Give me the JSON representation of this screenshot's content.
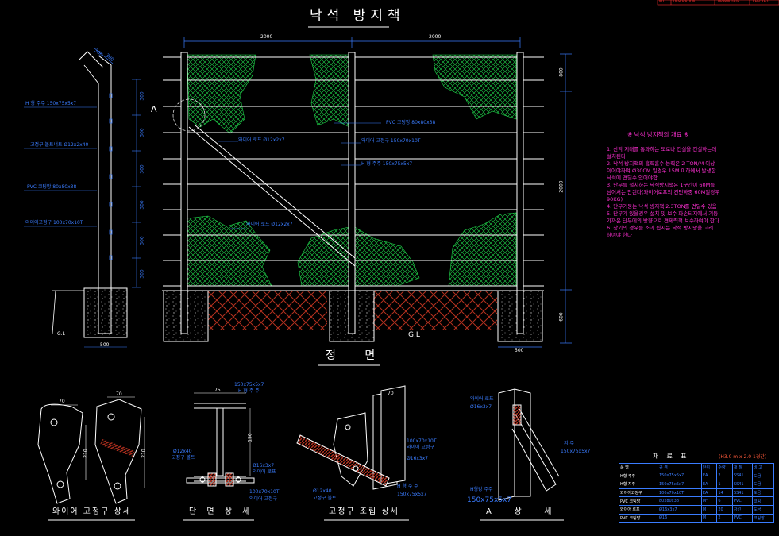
{
  "header_strip": [
    "NO",
    "DESCRIPTION",
    "DRAWN DATE",
    "CHECKED"
  ],
  "main_title": "낙석 방지책",
  "front_view": {
    "span_left": "2000",
    "span_right": "2000",
    "height_total": "2000",
    "height_top": "800",
    "footing_depth": "600",
    "footing_width": "500",
    "detail_marker": "A",
    "ground_label": "G.L",
    "subtitle": "정  면",
    "callouts": [
      "PVC 코팅망 80x80x38",
      "와이어 로프 Ø12x2x7",
      "와이어 고정구 150x70x10T",
      "H 형 주주 150x75x5x7",
      "와이어 로프 Ø12x2x7"
    ]
  },
  "side_view": {
    "callouts": [
      "H 형 주주 150x75x5x7",
      "고정구 볼트너트 Ø12x2x40",
      "PVC 코팅망 80x80x38",
      "와이어고정구 100x70x10T"
    ],
    "dims_top": [
      "300",
      "300"
    ],
    "dims_right": [
      "300",
      "300",
      "300",
      "300",
      "300",
      "300"
    ],
    "footing_width": "500",
    "ground_note": "G.L"
  },
  "notes": {
    "title": "※ 낙석 방지책의 개요 ※",
    "items": [
      "1. 산악 지대를 통과하는 도로나 건설을 건설하는데",
      "   설치된다",
      "2. 낙석 방지책의 흡력흡수 능력은 2 TON/M 이상",
      "   이어야하며 Ø30CM 일경우 15M 이하에서 발생한",
      "   낙석에 견딜수 있어야함",
      "3. 단부를 설치하는 낙석방지책은 1구간이 60M를",
      "   넘어서는 안된다(와이어로프의 견딘하중 60M일경우",
      "   90KG)",
      "4. 단부기둥는 낙석 방지책 2.3TON를 견딜수 있음",
      "5. 단부가 있을경우 설치 및 보수 파손되지에서 기둥",
      "   가까운 단부에의 방향으로 견제력적 보수하여야 한다",
      "6. 상기의 경우를 조과 됩시는 낙석 방지망을 고려",
      "   하여야 한다"
    ]
  },
  "details": {
    "wire_clamp": {
      "title": "와이어 고정구 상세",
      "dims": [
        "70",
        "70",
        "210",
        "210"
      ]
    },
    "section": {
      "title": "단  면  상  세",
      "dims": [
        "75",
        "150"
      ],
      "callouts": [
        "150x75x5x7",
        "H 형 주 주",
        "Ø12x40",
        "고정구 볼트",
        "Ø16x3x7",
        "와이어 로프",
        "100x70x10T",
        "와이어 고정구"
      ]
    },
    "clamp_assembly": {
      "title": "고정구 조립 상세",
      "dims": [
        "70"
      ],
      "callouts": [
        "100x70x10T",
        "와이어 고정구",
        "Ø16x3x7",
        "Ø12x40",
        "고정구 볼트",
        "H 형 주 주",
        "150x75x5x7"
      ]
    },
    "detail_a": {
      "title": "A         상         세",
      "callouts": [
        "와이어 로프",
        "Ø16x3x7",
        "지 주",
        "150x75x5x7",
        "H형강 주주",
        "150x75x5x7"
      ]
    }
  },
  "bom": {
    "title": "재    료    표",
    "subtitle": "(H3.0 m x 2.0 1경간)",
    "headers": [
      "품    명",
      "규    격",
      "단위",
      "수량",
      "재 질",
      "비 고"
    ],
    "rows": [
      [
        "H형 주주",
        "150x75x5x7",
        "EA",
        "2",
        "SS41",
        "도금"
      ],
      [
        "H형 지주",
        "150x75x5x7",
        "EA",
        "1",
        "SS41",
        "도금"
      ],
      [
        "와이어고정구",
        "100x70x10T",
        "EA",
        "14",
        "SS41",
        "도금"
      ],
      [
        "PVC 코팅망",
        "80x80x38",
        "M²",
        "6",
        "PVC",
        "코팅"
      ],
      [
        "와이어 로프",
        "Ø16x3x7",
        "M",
        "20",
        "강선",
        "도금"
      ],
      [
        "PVC 코팅망",
        "Ø16",
        "M",
        "2",
        "PVC",
        "코팅망"
      ]
    ]
  },
  "colors": {
    "background": "#000000",
    "mesh": "#1fd64a",
    "dimension": "#3a7cff",
    "notes": "#ff2fd2",
    "concrete_hatch": "#9a9a9a",
    "soil_hatch": "#b5311f"
  }
}
